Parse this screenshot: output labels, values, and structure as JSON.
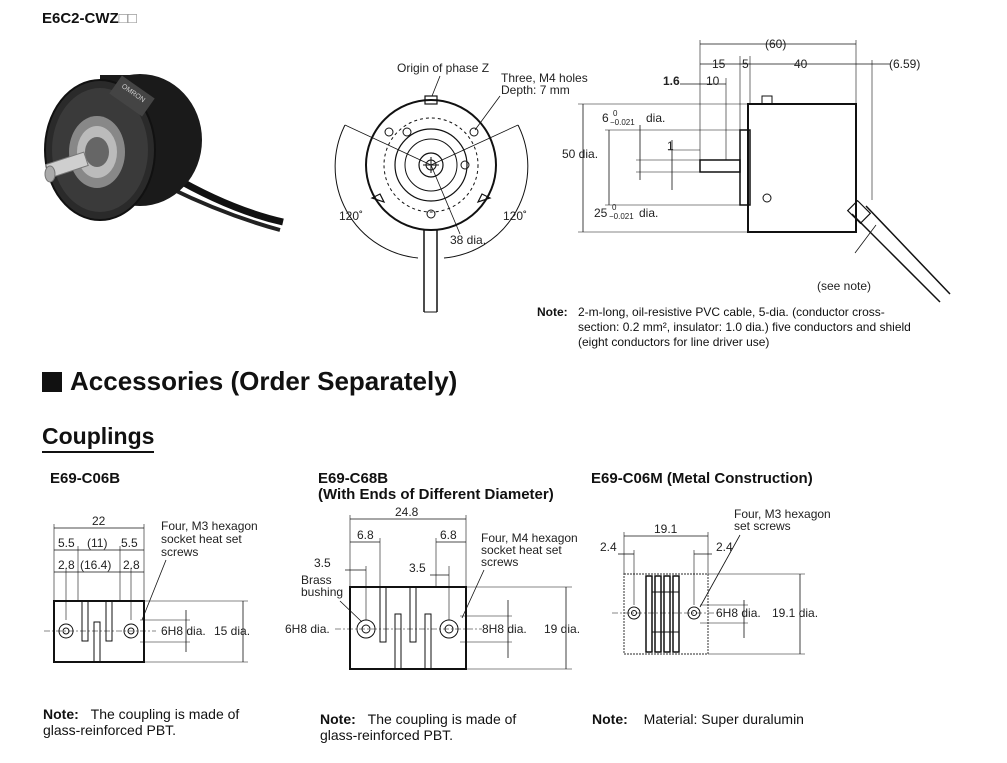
{
  "header": {
    "model": "E6C2-CWZ",
    "suffix": "□□"
  },
  "encoder_front": {
    "origin_label": "Origin of phase Z",
    "holes_label": "Three, M4 holes",
    "depth_label": "Depth: 7 mm",
    "angle_left": "120˚",
    "angle_right": "120˚",
    "diameter_label": "38 dia."
  },
  "encoder_side": {
    "dim_60": "(60)",
    "dim_15": "15",
    "dim_5": "5",
    "dim_40": "40",
    "dim_659": "(6.59)",
    "dim_16": "1.6",
    "dim_10": "10",
    "dim_6": "6",
    "tol_6_top": "0",
    "tol_6_bottom": "−0.021",
    "dia_suffix": "dia.",
    "dim_1": "1",
    "dim_50": "50 dia.",
    "dim_25": "25",
    "tol_25_top": "0",
    "tol_25_bottom": "−0.021",
    "see_note": "(see note)"
  },
  "encoder_note": {
    "label": "Note:",
    "line1": "2-m-long, oil-resistive PVC cable, 5-dia. (conductor cross-",
    "line2": "section: 0.2 mm², insulator: 1.0 dia.) five conductors and shield",
    "line3": "(eight conductors for line driver use)"
  },
  "accessories": {
    "title": "Accessories (Order Separately)"
  },
  "couplings": {
    "title": "Couplings",
    "c06b": {
      "model": "E69-C06B",
      "dim_22": "22",
      "dim_55a": "5.5",
      "dim_11": "(11)",
      "dim_55b": "5.5",
      "dim_28a": "2.8",
      "dim_164": "(16.4)",
      "dim_28b": "2.8",
      "screw_line1": "Four, M3 hexagon",
      "screw_line2": "socket heat set",
      "screw_line3": "screws",
      "dim_6h8": "6H8 dia.",
      "dim_15": "15 dia.",
      "note_label": "Note:",
      "note_line1": "The coupling is made of",
      "note_line2": "glass-reinforced PBT."
    },
    "c68b": {
      "model": "E69-C68B",
      "subtitle": "(With Ends of Different Diameter)",
      "dim_248": "24.8",
      "dim_68a": "6.8",
      "dim_68b": "6.8",
      "dim_35a": "3.5",
      "dim_35b": "3.5",
      "brass_line1": "Brass",
      "brass_line2": "bushing",
      "screw_line1": "Four, M4 hexagon",
      "screw_line2": "socket heat set",
      "screw_line3": "screws",
      "dim_6h8": "6H8 dia.",
      "dim_8h8": "8H8 dia.",
      "dim_19": "19 dia.",
      "note_label": "Note:",
      "note_line1": "The coupling is made of",
      "note_line2": "glass-reinforced PBT."
    },
    "c06m": {
      "model": "E69-C06M (Metal Construction)",
      "dim_191a": "19.1",
      "dim_24a": "2.4",
      "dim_24b": "2.4",
      "screw_line1": "Four, M3 hexagon",
      "screw_line2": "set screws",
      "dim_6h8": "6H8 dia.",
      "dim_191b": "19.1 dia.",
      "note_label": "Note:",
      "note_text": "Material: Super duralumin"
    }
  }
}
